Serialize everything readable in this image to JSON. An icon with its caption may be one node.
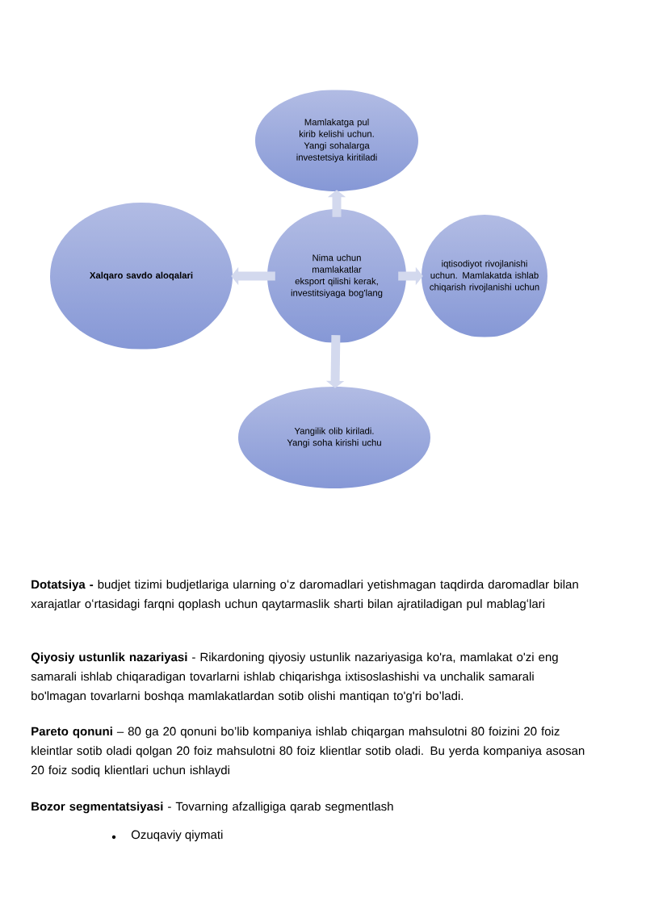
{
  "diagram": {
    "nodes": [
      {
        "text": [
          "Nima uchun mamlakatlar eksport qilishi kerak, investitsiyaga bog'lang"
        ]
      },
      {
        "text": [
          "Mamlakatga pul kirib kelishi uchun. Yangi sohalarga investetsiya kiritiladi"
        ]
      },
      {
        "text": [
          "iqtisodiyot rivojlanishi uchun. Mamlakatda ishlab chiqarish rivojlanishi uchun"
        ]
      },
      {
        "text": [
          "Yangilik olib kiriladi. Yangi soha kirishi uchu"
        ]
      },
      {
        "text": [
          "Xalqaro savdo aloqalari"
        ]
      }
    ],
    "edges": [
      {
        "from": 0,
        "to": 1,
        "arrow": "to"
      },
      {
        "from": 0,
        "to": 2,
        "arrow": "to"
      },
      {
        "from": 0,
        "to": 3,
        "arrow": "to"
      },
      {
        "from": 0,
        "to": 4,
        "arrow": "to"
      }
    ],
    "labels": [
      "**Dotatsiya -** budjet tizimi budjetlariga ularning oʻz daromadlari yetishmagan taqdirda daromadlar bilan xarajatlar oʻrtasidagi farqni qoplash uchun qaytarmaslik sharti bilan ajratiladigan pul mablagʻlari",
      "**Qiyosiy ustunlik nazariyasi** - Rikardoning qiyosiy ustunlik nazariyasiga ko'ra, mamlakat o'zi eng samarali ishlab chiqaradigan tovarlarni ishlab chiqarishga ixtisoslashishi va unchalik samarali bo'lmagan tovarlarni boshqa mamlakatlardan sotib olishi mantiqan to'g'ri bo’ladi.",
      "**Pareto qonuni** – 80 ga 20 qonuni bo’lib kompaniya ishlab chiqargan mahsulotni 80 foizini 20 foiz kleintlar sotib oladi qolgan 20 foiz mahsulotni 80 foiz klientlar sotib oladi. Bu yerda kompaniya asosan 20 foiz sodiq klientlari uchun ishlaydi",
      "**Bozor segmentatsiyasi** - Tovarning afzalligiga qarab segmentlash",
      "Ozuqaviy qiymati"
    ]
  }
}
